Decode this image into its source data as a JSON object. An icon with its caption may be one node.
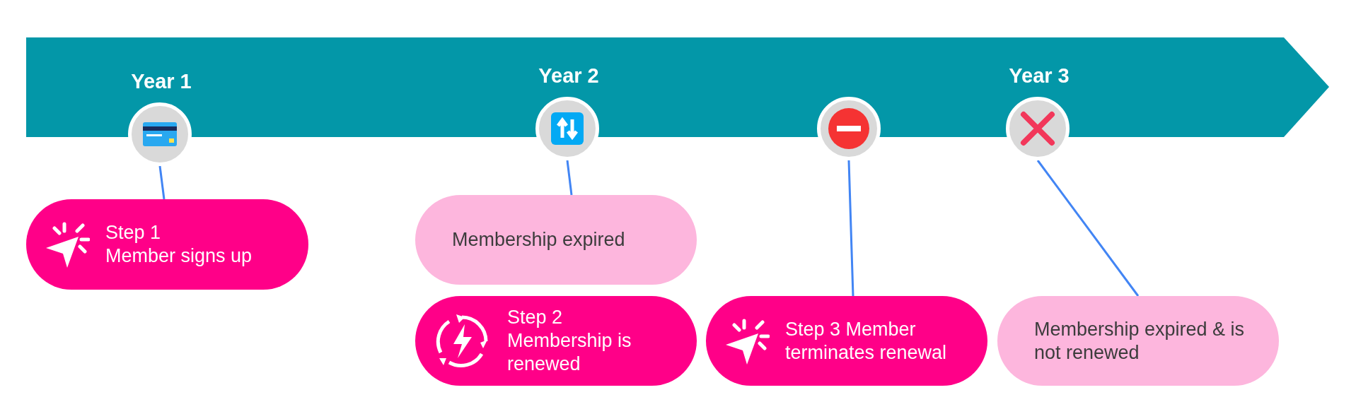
{
  "diagram": {
    "nodes": [
      {
        "text": [],
        "shape": "circle",
        "beside": [
          "Year 1"
        ]
      },
      {
        "text": [
          "Step 1",
          "Member signs up"
        ]
      },
      {
        "text": [],
        "shape": "circle",
        "beside": [
          "Year 2"
        ]
      },
      {
        "text": [
          "Membership expired"
        ]
      },
      {
        "text": [
          "Step 2",
          "Membership is renewed"
        ]
      },
      {
        "text": [],
        "shape": "circle"
      },
      {
        "text": [
          "Step 3 Member terminates renewal"
        ]
      },
      {
        "text": [],
        "shape": "circle",
        "beside": [
          "Year 3"
        ]
      },
      {
        "text": [
          "Membership expired & is not renewed"
        ]
      }
    ],
    "edges": [
      {
        "from": 0,
        "to": 1,
        "arrow": "none"
      },
      {
        "from": 2,
        "to": 3,
        "arrow": "none"
      },
      {
        "from": 5,
        "to": 6,
        "arrow": "none"
      },
      {
        "from": 7,
        "to": 8,
        "arrow": "none"
      }
    ]
  }
}
